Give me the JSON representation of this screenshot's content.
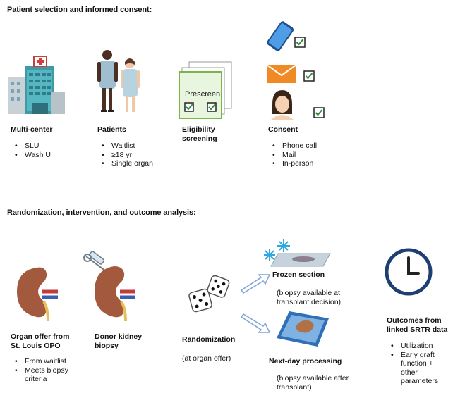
{
  "section1": {
    "title": "Patient selection and informed consent:",
    "multicenter": {
      "label": "Multi-center",
      "items": [
        "SLU",
        "Wash U"
      ]
    },
    "patients": {
      "label": "Patients",
      "items": [
        "Waitlist",
        "≥18 yr",
        "Single organ"
      ]
    },
    "eligibility": {
      "label_line1": "Eligibility",
      "label_line2": "screening",
      "card_text": "Prescreen"
    },
    "consent": {
      "label": "Consent",
      "items": [
        "Phone call",
        "Mail",
        "In-person"
      ]
    }
  },
  "section2": {
    "title": "Randomization, intervention, and outcome analysis:",
    "organ_offer": {
      "label_line1": "Organ offer from",
      "label_line2": "St. Louis OPO",
      "items": [
        "From waitlist",
        "Meets biopsy",
        "criteria"
      ]
    },
    "biopsy": {
      "label_line1": "Donor kidney",
      "label_line2": "biopsy"
    },
    "randomization": {
      "label": "Randomization",
      "note": "(at organ offer)"
    },
    "frozen": {
      "label": "Frozen section",
      "note_line1": "(biopsy available at",
      "note_line2": "transplant decision)"
    },
    "nextday": {
      "label": "Next-day  processing",
      "note_line1": "(biopsy available after",
      "note_line2": "transplant)"
    },
    "outcomes": {
      "label_line1": "Outcomes from",
      "label_line2": "linked SRTR data",
      "items": [
        "Utilization",
        "Early graft",
        "function +",
        "other",
        "parameters"
      ]
    }
  },
  "colors": {
    "check_green": "#2e8b3a",
    "kidney": "#a2593e",
    "clock_blue": "#1d3f73",
    "envelope": "#f08a24",
    "phone": "#3a7bd5"
  }
}
